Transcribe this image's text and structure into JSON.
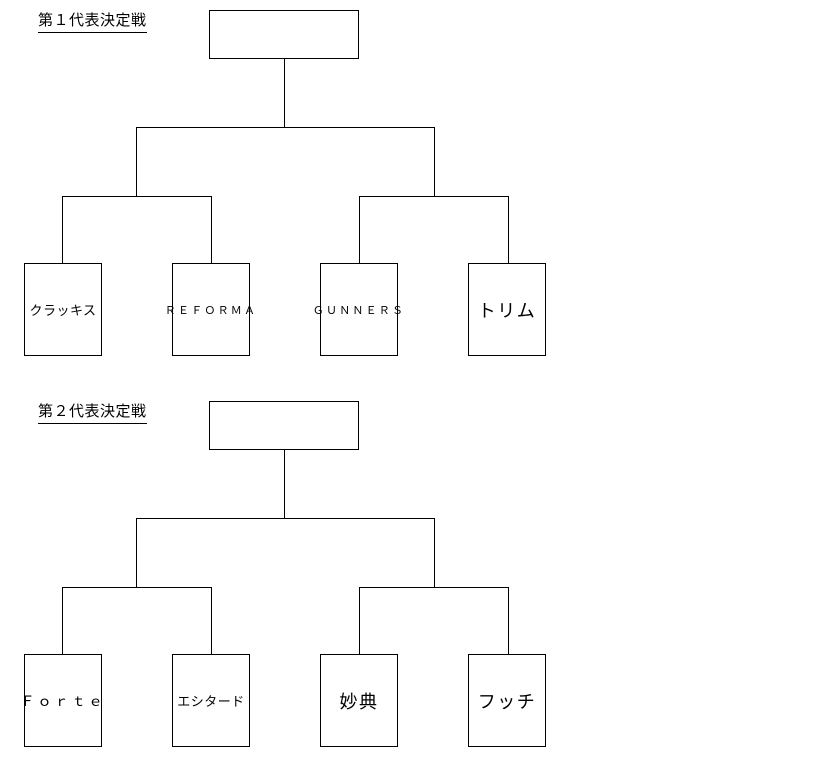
{
  "page": {
    "background_color": "#ffffff",
    "line_color": "#000000",
    "text_color": "#000000"
  },
  "brackets": [
    {
      "title": "第１代表決定戦",
      "champion": {
        "label": "",
        "name": "champion-slot"
      },
      "teams": [
        {
          "label": "クラッキス",
          "style": "label-kana-md"
        },
        {
          "label": "ＲＥＦＯＲＭＡ",
          "style": "label-latin-sm"
        },
        {
          "label": "ＧＵＮＮＥＲＳ",
          "style": "label-latin-sm"
        },
        {
          "label": "トリム",
          "style": "label-kana-lg"
        }
      ]
    },
    {
      "title": "第２代表決定戦",
      "champion": {
        "label": "",
        "name": "champion-slot"
      },
      "teams": [
        {
          "label": "Ｆｏｒｔｅ",
          "style": "label-latin-md"
        },
        {
          "label": "エシタード",
          "style": "label-kana-md"
        },
        {
          "label": "妙典",
          "style": "label-kanji-lg"
        },
        {
          "label": "フッチ",
          "style": "label-kana-lg"
        }
      ]
    }
  ]
}
